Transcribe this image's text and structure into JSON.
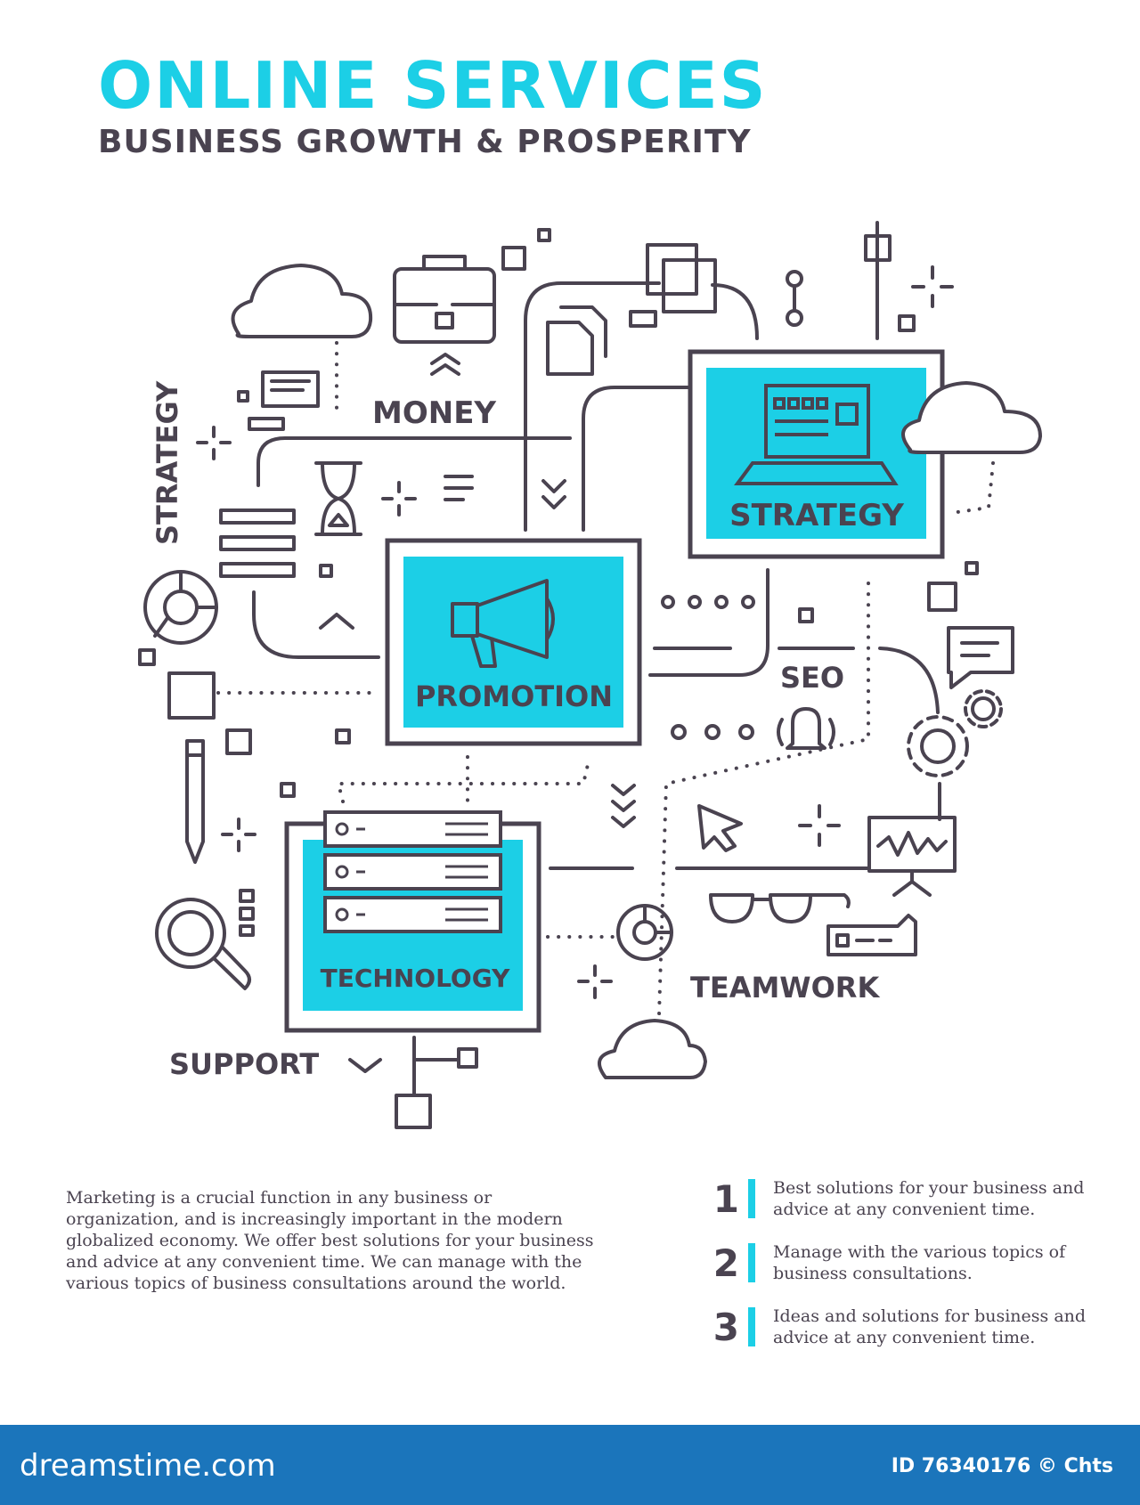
{
  "header": {
    "title": "ONLINE SERVICES",
    "subtitle": "BUSINESS GROWTH & PROSPERITY"
  },
  "labels": {
    "strategy_vertical": "STRATEGY",
    "money": "MONEY",
    "strategy_box": "STRATEGY",
    "promotion": "PROMOTION",
    "seo": "SEO",
    "technology": "TECHNOLOGY",
    "teamwork": "TEAMWORK",
    "support": "SUPPORT"
  },
  "description": "Marketing is a crucial function in any business or organization, and is increasingly important in the modern globalized economy. We offer best solutions for your business and advice at any convenient time. We can manage with the various topics of business consultations around the world.",
  "list": [
    {
      "num": "1",
      "text": "Best solutions for your business and advice at any convenient time."
    },
    {
      "num": "2",
      "text": "Manage with the various topics of business consultations."
    },
    {
      "num": "3",
      "text": "Ideas and solutions for business and advice at any convenient time."
    }
  ],
  "footer": {
    "brand": "dreamstime.com",
    "id_text": "ID 76340176 © Chts"
  },
  "colors": {
    "accent": "#1ccfe6",
    "ink": "#4a4350",
    "footer": "#1b75bb"
  }
}
